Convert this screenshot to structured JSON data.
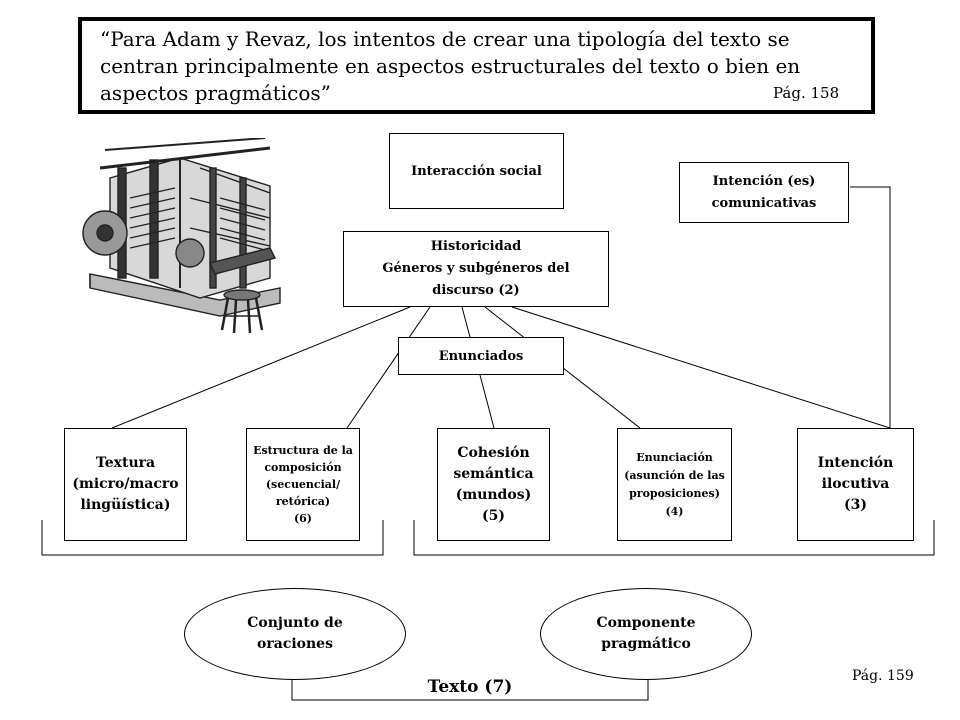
{
  "quote": {
    "text": "“Para Adam y Revaz, los intentos de crear una tipología del texto se centran principalmente en aspectos estructurales del texto o bien en aspectos pragmáticos”",
    "page": "Pág. 158"
  },
  "nodes": {
    "interaccion": "Interacción social",
    "intencion_comunicativas": [
      "Intención (es)",
      "comunicativas"
    ],
    "historicidad": [
      "Historicidad",
      "Géneros y subgéneros del",
      "discurso (2)"
    ],
    "enunciados": "Enunciados",
    "textura": [
      "Textura",
      "(micro/macro",
      "lingüística)"
    ],
    "estructura": [
      "Estructura de la",
      "composición",
      "(secuencial/",
      "retórica)",
      "(6)"
    ],
    "cohesion": [
      "Cohesión",
      "semántica",
      "(mundos)",
      "(5)"
    ],
    "enunciacion": [
      "Enunciación",
      "(asunción de las",
      "proposiciones)",
      "(4)"
    ],
    "intencion_ilocutiva": [
      "Intención",
      "ilocutiva",
      "(3)"
    ]
  },
  "ellipses": {
    "conjunto": [
      "Conjunto de",
      "oraciones"
    ],
    "componente": [
      "Componente",
      "pragmático"
    ]
  },
  "texto": "Texto (7)",
  "page_bottom": "Pág. 159",
  "illustration": "printing-press-machine"
}
